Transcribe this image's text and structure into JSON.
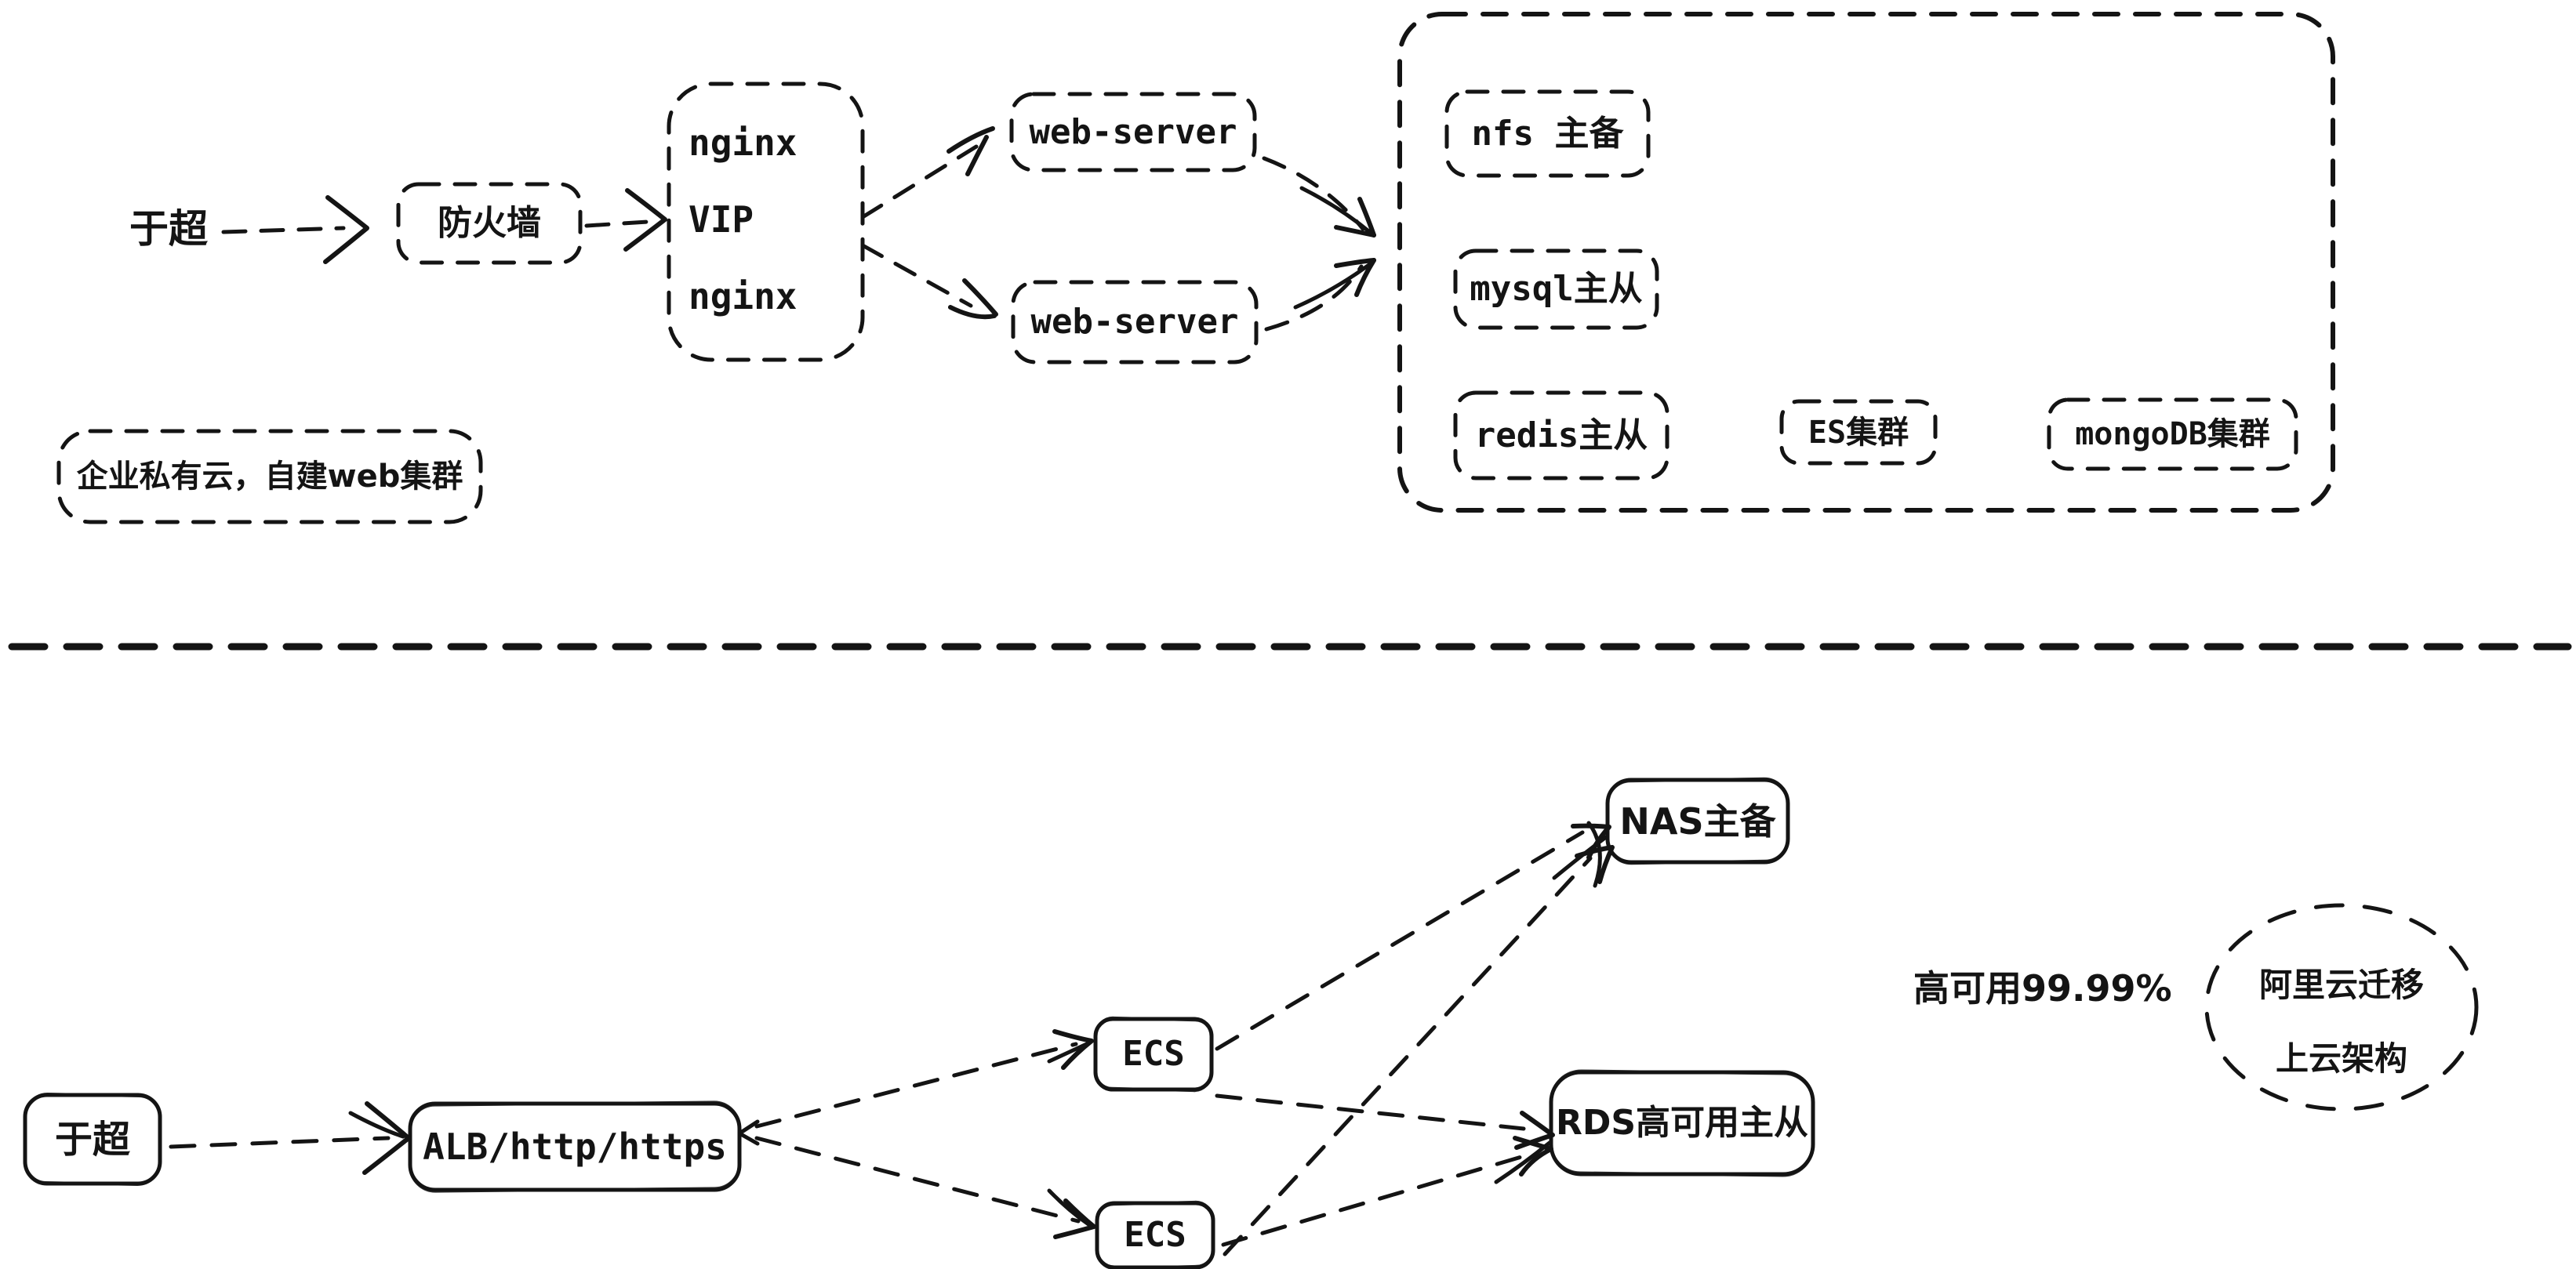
{
  "colors": {
    "ink": "#141414",
    "background": "#ffffff"
  },
  "top": {
    "user": "于超",
    "firewall": "防火墙",
    "lb": [
      "nginx",
      "VIP",
      "nginx"
    ],
    "web_servers": [
      "web-server",
      "web-server"
    ],
    "cluster": {
      "nfs": "nfs 主备",
      "mysql": "mysql主从",
      "redis": "redis主从",
      "es": "ES集群",
      "mongo": "mongoDB集群"
    },
    "caption": "企业私有云，自建web集群"
  },
  "bottom": {
    "user": "于超",
    "alb": "ALB/http/https",
    "ecs": [
      "ECS",
      "ECS"
    ],
    "nas": "NAS主备",
    "rds": "RDS高可用主从",
    "sla": "高可用99.99%",
    "cloud": [
      "阿里云迁移",
      "上云架构"
    ]
  }
}
